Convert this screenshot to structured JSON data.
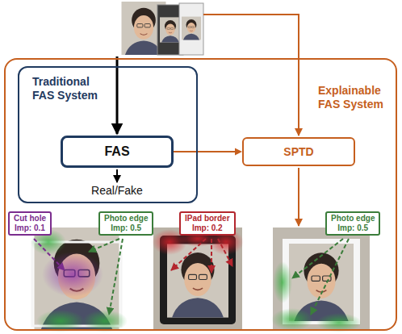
{
  "diagram": {
    "nodes": [
      {
        "text": [
          "Explainable FAS System"
        ]
      },
      {
        "text": [
          "Traditional FAS System"
        ],
        "in": 0
      },
      {
        "text": [
          "FAS"
        ],
        "in": 1
      },
      {
        "text": [
          "SPTD"
        ],
        "in": 0
      },
      {
        "text": [
          "Cut hole",
          "Imp: 0.1"
        ],
        "in": 0
      },
      {
        "text": [
          "Photo edge",
          "Imp: 0.5"
        ],
        "in": 0
      },
      {
        "text": [
          "IPad border",
          "Imp: 0.2"
        ],
        "in": 0
      },
      {
        "text": [
          "Photo edge",
          "Imp: 0.5"
        ],
        "in": 0
      }
    ],
    "edges": [
      {
        "from": 2,
        "to": 3,
        "arrow": "to"
      }
    ],
    "labels": [
      "Real/Fake"
    ]
  }
}
